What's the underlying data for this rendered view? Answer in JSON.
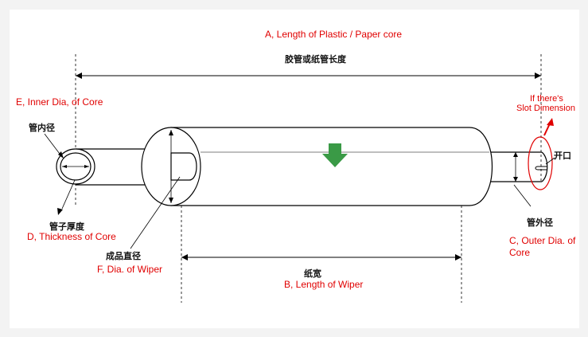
{
  "labels_en": {
    "a": "A, Length of Plastic / Paper core",
    "b": "B, Length of Wiper",
    "c1": "C, Outer Dia. of",
    "c2": "Core",
    "d": "D, Thickness of Core",
    "e": "E, Inner Dia, of Core",
    "f": "F, Dia. of Wiper",
    "slot1": "If there's",
    "slot2": "Slot Dimension"
  },
  "labels_cn": {
    "core_length": "胶管或纸管长度",
    "inner_dia": "管内径",
    "thickness": "管子厚度",
    "finished_dia": "成品直径",
    "paper_width": "纸宽",
    "outer_dia": "管外径",
    "slot": "开口"
  },
  "colors": {
    "annotation": "#e00000",
    "arrow_green": "#3a9a46",
    "line": "#000000"
  }
}
